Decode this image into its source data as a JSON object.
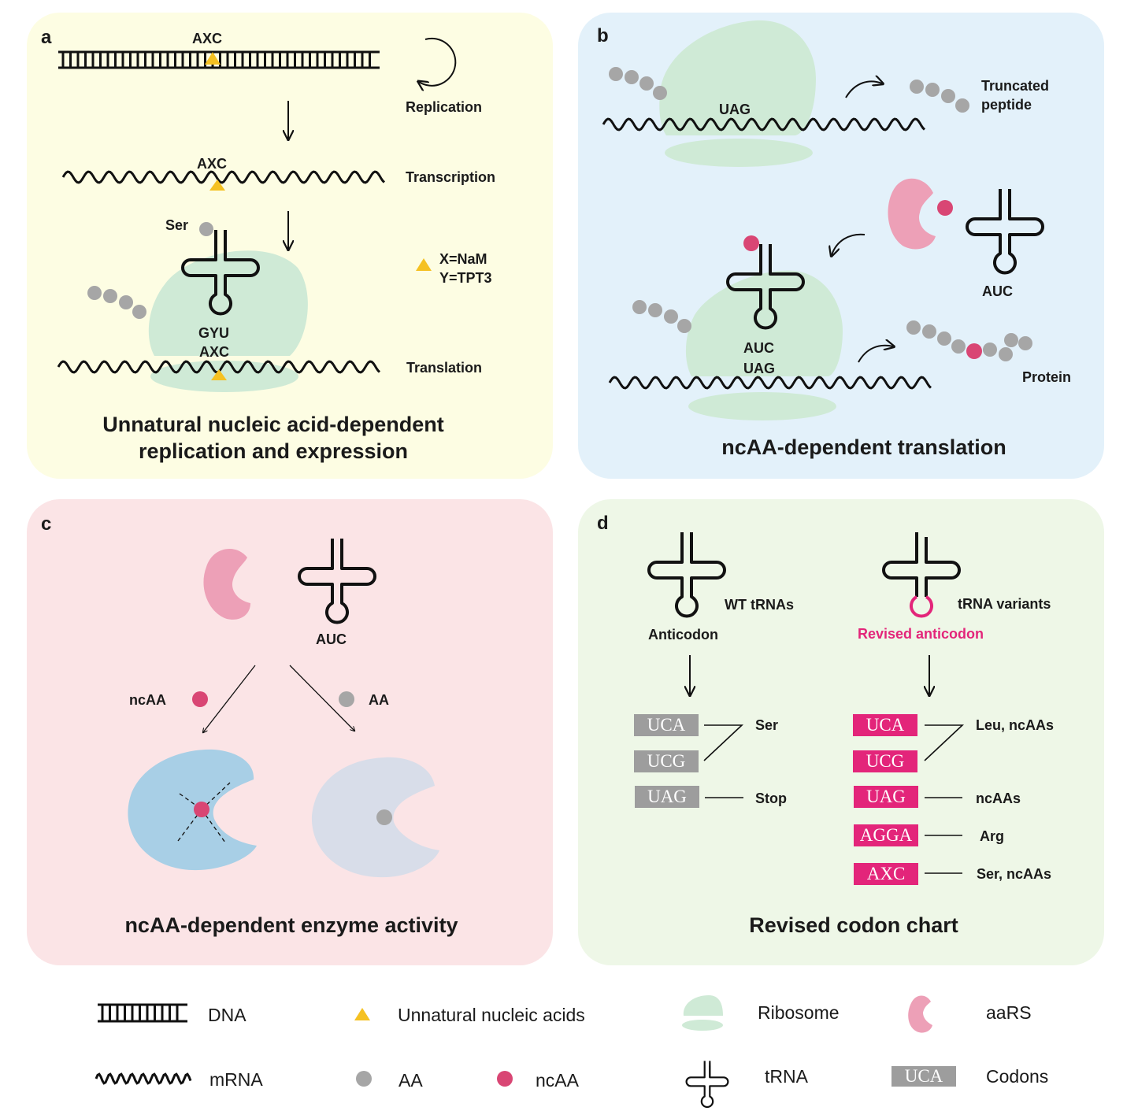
{
  "colors": {
    "panel_a_bg": "#fdfde3",
    "panel_b_bg": "#e3f1fa",
    "panel_c_bg": "#fbe4e6",
    "panel_d_bg": "#eef7e7",
    "ribosome": "#cfead6",
    "aa": "#a6a6a6",
    "ncaa": "#d94674",
    "unnatural": "#f5c122",
    "aars": "#eda0b7",
    "codon_gray": "#9d9d9d",
    "codon_pink": "#e3257a",
    "revised_text": "#e3257a",
    "enzyme_active": "#a8cfe6",
    "enzyme_inactive": "#d8dde9"
  },
  "panel_a": {
    "letter": "a",
    "dna_codon": "AXC",
    "mrna_codon": "AXC",
    "replication": "Replication",
    "transcription": "Transcription",
    "translation": "Translation",
    "ser": "Ser",
    "anticodon": "GYU",
    "codon": "AXC",
    "key_x": "X=NaM",
    "key_y": "Y=TPT3",
    "title": "Unnatural nucleic acid-dependent replication and expression"
  },
  "panel_b": {
    "letter": "b",
    "uag": "UAG",
    "truncated": "Truncated peptide",
    "trna_auc": "AUC",
    "anticodon": "AUC",
    "codon": "UAG",
    "protein": "Protein",
    "title": "ncAA-dependent translation"
  },
  "panel_c": {
    "letter": "c",
    "auc": "AUC",
    "ncaa": "ncAA",
    "aa": "AA",
    "title": "ncAA-dependent enzyme activity"
  },
  "panel_d": {
    "letter": "d",
    "wt_trnas": "WT tRNAs",
    "anticodon": "Anticodon",
    "trna_variants": "tRNA variants",
    "revised_anticodon": "Revised anticodon",
    "wt_codons": [
      "UCA",
      "UCG",
      "UAG"
    ],
    "wt_assign": [
      "Ser",
      "Stop"
    ],
    "variant_codons": [
      "UCA",
      "UCG",
      "UAG",
      "AGGA",
      "AXC"
    ],
    "variant_assign": [
      "Leu, ncAAs",
      "ncAAs",
      "Arg",
      "Ser, ncAAs"
    ],
    "title": "Revised codon chart"
  },
  "legend": {
    "dna": "DNA",
    "unnatural": "Unnatural nucleic acids",
    "ribosome": "Ribosome",
    "aars": "aaRS",
    "mrna": "mRNA",
    "aa": "AA",
    "ncaa": "ncAA",
    "trna": "tRNA",
    "codon_sample": "UCA",
    "codons": "Codons"
  }
}
